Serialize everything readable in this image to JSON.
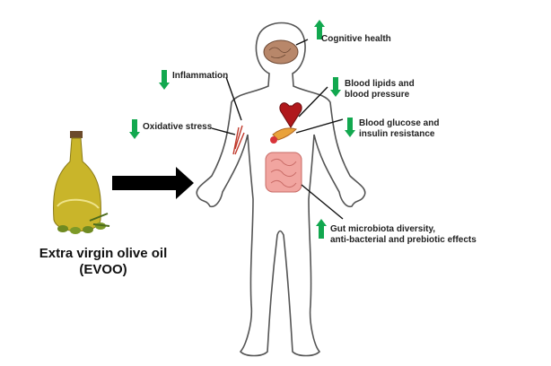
{
  "title": "Extra virgin olive oil",
  "subtitle": "(EVOO)",
  "effects": [
    {
      "label_lines": [
        "Cognitive health"
      ],
      "direction": "up"
    },
    {
      "label_lines": [
        "Inflammation"
      ],
      "direction": "down"
    },
    {
      "label_lines": [
        "Blood lipids and",
        "blood pressure"
      ],
      "direction": "down"
    },
    {
      "label_lines": [
        "Oxidative stress"
      ],
      "direction": "down"
    },
    {
      "label_lines": [
        "Blood glucose and",
        "insulin resistance"
      ],
      "direction": "down"
    },
    {
      "label_lines": [
        "Gut microbiota diversity,",
        "anti-bacterial and prebiotic effects"
      ],
      "direction": "up"
    }
  ],
  "colors": {
    "arrow": "#12a84f",
    "text": "#222222",
    "outline": "#444444"
  }
}
